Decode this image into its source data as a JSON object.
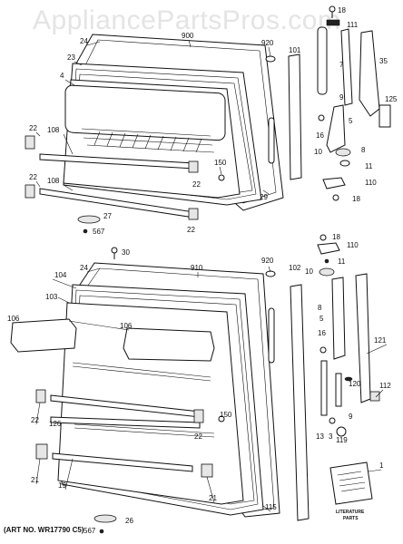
{
  "watermark": "AppliancePartsPros.com",
  "art_number": "(ART NO. WR17790 C5)",
  "literature_label_1": "LITERATURE",
  "literature_label_2": "PARTS",
  "callouts": {
    "p900": "900",
    "p920a": "920",
    "p24a": "24",
    "p23": "23",
    "p4": "4",
    "p101": "101",
    "p18a": "18",
    "p111": "111",
    "p7": "7",
    "p35": "35",
    "p9": "9",
    "p125": "125",
    "p5": "5",
    "p16a": "16",
    "p10a": "10",
    "p8a": "8",
    "p11a": "11",
    "p110a": "110",
    "p18b": "18",
    "p22a": "22",
    "p108a": "108",
    "p22b": "22",
    "p108b": "108",
    "p150a": "150",
    "p22c": "22",
    "p29": "29",
    "p27": "27",
    "p567a": "567",
    "p22d": "22",
    "p30": "30",
    "p18c": "18",
    "p110b": "110",
    "p11b": "11",
    "p910": "910",
    "p920b": "920",
    "p24b": "24",
    "p104": "104",
    "p103": "103",
    "p102": "102",
    "p10b": "10",
    "p8b": "8",
    "p5b": "5",
    "p16b": "16",
    "p106a": "106",
    "p106b": "106",
    "p121": "121",
    "p120": "120",
    "p112": "112",
    "p22e": "22",
    "p126": "126",
    "p150b": "150",
    "p22f": "22",
    "p13": "13",
    "p3": "3",
    "p9b": "9",
    "p119": "119",
    "p21a": "21",
    "p19": "19",
    "p21b": "21",
    "p115": "115",
    "p567b": "567",
    "p26": "26",
    "p1": "1"
  }
}
